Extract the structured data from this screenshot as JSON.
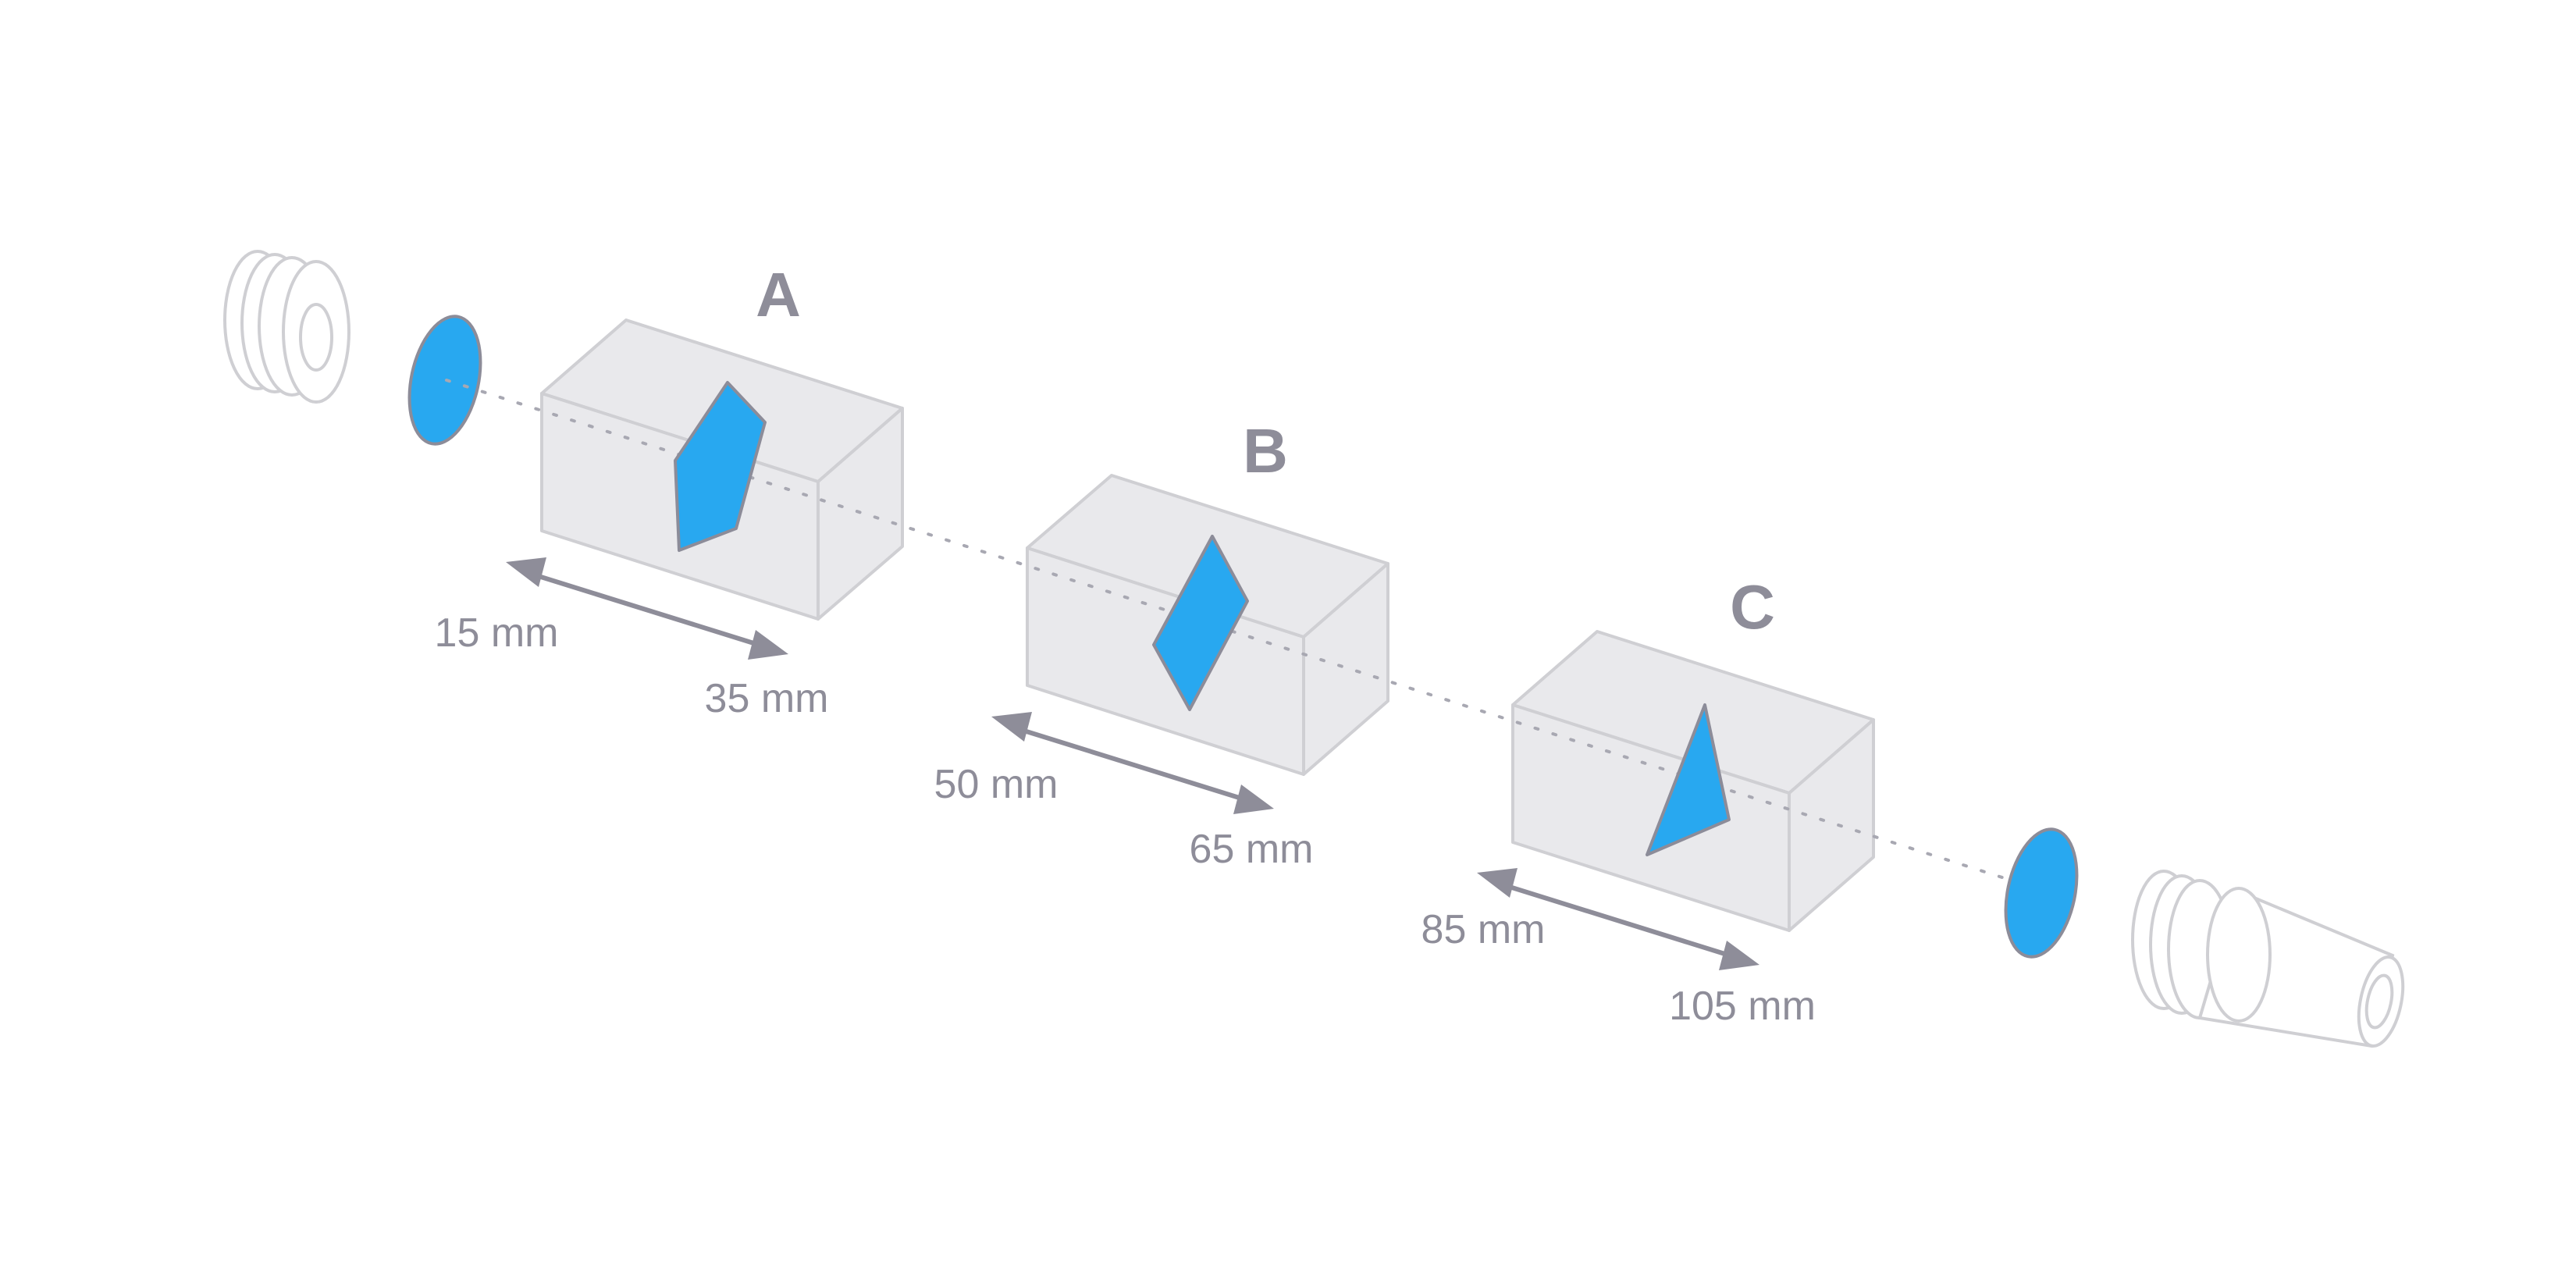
{
  "diagram": {
    "blocks": [
      {
        "label": "A",
        "start_label": "15 mm",
        "end_label": "35 mm",
        "shape_icon": "hexagon"
      },
      {
        "label": "B",
        "start_label": "50 mm",
        "end_label": "65 mm",
        "shape_icon": "rhombus"
      },
      {
        "label": "C",
        "start_label": "85 mm",
        "end_label": "105 mm",
        "shape_icon": "triangle"
      }
    ],
    "colors": {
      "shape_fill": "#28a8f0",
      "block_fill": "#e9e9ec",
      "label_text": "#8e8d99",
      "outline": "#cfcfd3"
    },
    "icons": {
      "left_device": "lens-mount-icon",
      "right_device": "eyepiece-icon",
      "disk": "blue-disk-icon",
      "arrow": "double-arrow-icon"
    }
  }
}
